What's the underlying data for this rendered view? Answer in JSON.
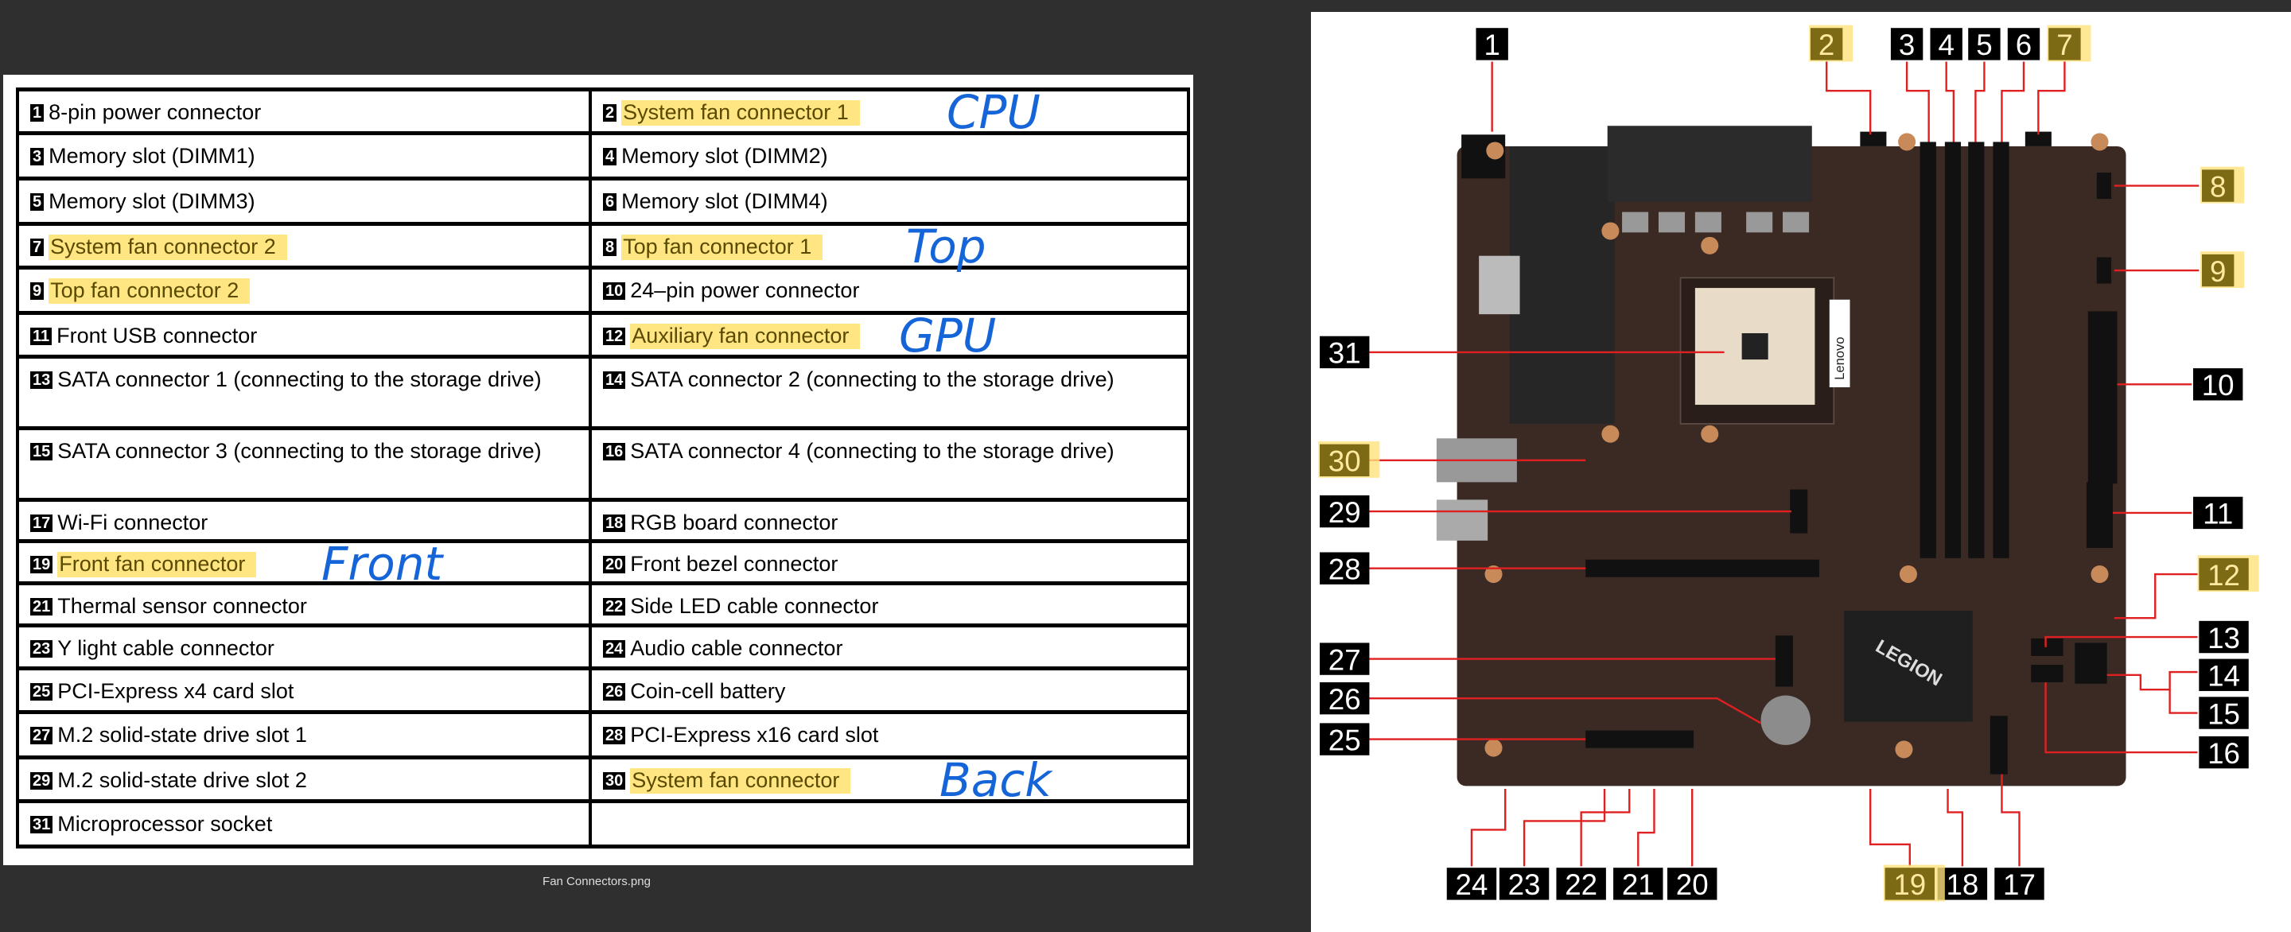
{
  "legend_rows": [
    [
      {
        "num": "1",
        "text": "8-pin power connector",
        "highlight": false
      },
      {
        "num": "2",
        "text": "System fan connector 1",
        "highlight": true,
        "note": "CPU"
      }
    ],
    [
      {
        "num": "3",
        "text": "Memory slot (DIMM1)",
        "highlight": false
      },
      {
        "num": "4",
        "text": "Memory slot (DIMM2)",
        "highlight": false
      }
    ],
    [
      {
        "num": "5",
        "text": "Memory slot (DIMM3)",
        "highlight": false
      },
      {
        "num": "6",
        "text": "Memory slot (DIMM4)",
        "highlight": false
      }
    ],
    [
      {
        "num": "7",
        "text": "System fan connector 2",
        "highlight": true
      },
      {
        "num": "8",
        "text": "Top fan connector 1",
        "highlight": true,
        "note": "Top"
      }
    ],
    [
      {
        "num": "9",
        "text": "Top fan connector 2",
        "highlight": true
      },
      {
        "num": "10",
        "text": "24–pin power connector",
        "highlight": false
      }
    ],
    [
      {
        "num": "11",
        "text": "Front USB connector",
        "highlight": false
      },
      {
        "num": "12",
        "text": "Auxiliary fan connector",
        "highlight": true,
        "note": "GPU"
      }
    ],
    [
      {
        "num": "13",
        "text": "SATA connector 1 (connecting to the storage drive)",
        "highlight": false
      },
      {
        "num": "14",
        "text": "SATA connector 2 (connecting to the storage drive)",
        "highlight": false
      }
    ],
    [
      {
        "num": "15",
        "text": "SATA connector 3 (connecting to the storage drive)",
        "highlight": false
      },
      {
        "num": "16",
        "text": "SATA connector 4 (connecting to the storage drive)",
        "highlight": false
      }
    ],
    [
      {
        "num": "17",
        "text": "Wi-Fi connector",
        "highlight": false
      },
      {
        "num": "18",
        "text": "RGB board connector",
        "highlight": false
      }
    ],
    [
      {
        "num": "19",
        "text": "Front fan connector",
        "highlight": true,
        "note": "Front"
      },
      {
        "num": "20",
        "text": "Front bezel connector",
        "highlight": false
      }
    ],
    [
      {
        "num": "21",
        "text": "Thermal sensor connector",
        "highlight": false
      },
      {
        "num": "22",
        "text": "Side LED cable connector",
        "highlight": false
      }
    ],
    [
      {
        "num": "23",
        "text": "Y light cable connector",
        "highlight": false
      },
      {
        "num": "24",
        "text": "Audio cable connector",
        "highlight": false
      }
    ],
    [
      {
        "num": "25",
        "text": "PCI-Express x4 card slot",
        "highlight": false
      },
      {
        "num": "26",
        "text": "Coin-cell battery",
        "highlight": false
      }
    ],
    [
      {
        "num": "27",
        "text": "M.2 solid-state drive slot 1",
        "highlight": false
      },
      {
        "num": "28",
        "text": "PCI-Express x16 card slot",
        "highlight": false
      }
    ],
    [
      {
        "num": "29",
        "text": "M.2 solid-state drive slot 2",
        "highlight": false
      },
      {
        "num": "30",
        "text": "System fan connector",
        "highlight": true,
        "note": "Back"
      }
    ],
    [
      {
        "num": "31",
        "text": "Microprocessor socket",
        "highlight": false
      },
      null
    ]
  ],
  "caption": "Fan Connectors.png",
  "board": {
    "brand_text": "Lenovo",
    "chipset_text": "LEGION",
    "highlighted_callouts": [
      "2",
      "7",
      "8",
      "9",
      "12",
      "19",
      "30"
    ],
    "callouts": [
      "1",
      "2",
      "3",
      "4",
      "5",
      "6",
      "7",
      "8",
      "9",
      "10",
      "11",
      "12",
      "13",
      "14",
      "15",
      "16",
      "17",
      "18",
      "19",
      "20",
      "21",
      "22",
      "23",
      "24",
      "25",
      "26",
      "27",
      "28",
      "29",
      "30",
      "31"
    ]
  },
  "colors": {
    "highlight": "#ffde5a",
    "note_ink": "#1565d8",
    "leader": "#e02020",
    "callout_highlight": "#7d6a14",
    "board": "#3b2a24"
  }
}
